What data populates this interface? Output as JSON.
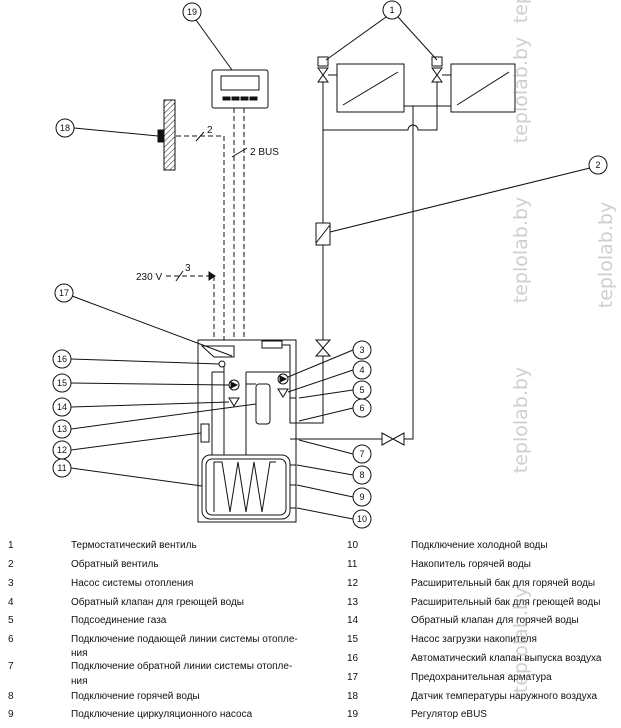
{
  "diagram": {
    "callouts": {
      "n1": "1",
      "n2": "2",
      "n3": "3",
      "n4": "4",
      "n5": "5",
      "n6": "6",
      "n7": "7",
      "n8": "8",
      "n9": "9",
      "n10": "10",
      "n11": "11",
      "n12": "12",
      "n13": "13",
      "n14": "14",
      "n15": "15",
      "n16": "16",
      "n17": "17",
      "n18": "18",
      "n19": "19"
    },
    "labels": {
      "bus": "2  BUS",
      "sensor_wires": "2",
      "mains": "230 V",
      "mains_wires": "3"
    }
  },
  "legend": {
    "left": [
      {
        "num": "1",
        "lines": [
          "Термостатический вентиль"
        ]
      },
      {
        "num": "2",
        "lines": [
          "Обратный вентиль"
        ]
      },
      {
        "num": "3",
        "lines": [
          "Насос системы отопления"
        ]
      },
      {
        "num": "4",
        "lines": [
          "Обратный клапан для греющей воды"
        ]
      },
      {
        "num": "5",
        "lines": [
          "Подсоединение газа"
        ]
      },
      {
        "num": "6",
        "lines": [
          "Подключение подающей линии системы отопле-",
          "ния"
        ]
      },
      {
        "num": "7",
        "lines": [
          "Подключение обратной линии системы отопле-",
          "ния"
        ]
      },
      {
        "num": "8",
        "lines": [
          "Подключение горячей воды"
        ]
      },
      {
        "num": "9",
        "lines": [
          "Подключение циркуляционного насоса"
        ]
      }
    ],
    "right": [
      {
        "num": "10",
        "lines": [
          "Подключение холодной воды"
        ]
      },
      {
        "num": "11",
        "lines": [
          "Накопитель горячей воды"
        ]
      },
      {
        "num": "12",
        "lines": [
          "Расширительный бак для горячей воды"
        ]
      },
      {
        "num": "13",
        "lines": [
          "Расширительный бак для греющей воды"
        ]
      },
      {
        "num": "14",
        "lines": [
          "Обратный клапан для горячей воды"
        ]
      },
      {
        "num": "15",
        "lines": [
          "Насос загрузки накопителя"
        ]
      },
      {
        "num": "16",
        "lines": [
          "Автоматический клапан выпуска воздуха"
        ]
      },
      {
        "num": "17",
        "lines": [
          "Предохранительная арматура"
        ]
      },
      {
        "num": "18",
        "lines": [
          "Датчик температуры наружного воздуха"
        ]
      },
      {
        "num": "19",
        "lines": [
          "Регулятор eBUS"
        ]
      }
    ]
  },
  "watermark": {
    "text": "teplolab.by"
  }
}
